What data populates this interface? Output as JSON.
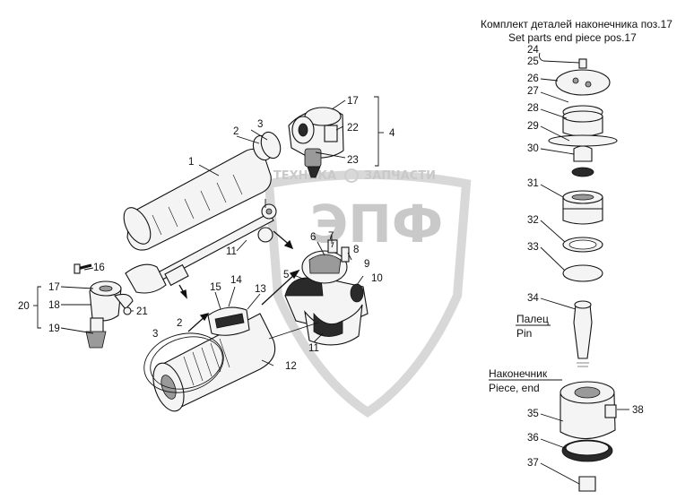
{
  "kit_title": {
    "ru": "Комплект деталей наконечника поз.17",
    "en": "Set parts end piece pos.17"
  },
  "pin_caption": {
    "ru": "Палец",
    "en": "Pin"
  },
  "piece_caption": {
    "ru": "Наконечник",
    "en": "Piece, end"
  },
  "watermark": {
    "top": "ТЕХНИКА",
    "top_right": "ЗАПЧАСТИ",
    "logo": "ЭПФ"
  },
  "callouts": {
    "n1": "1",
    "n2": "2",
    "n3": "3",
    "n4": "4",
    "n5": "5",
    "n6": "6",
    "n7": "7",
    "n8": "8",
    "n9": "9",
    "n10": "10",
    "n11a": "11",
    "n11b": "11",
    "n12": "12",
    "n13": "13",
    "n14": "14",
    "n15": "15",
    "n16": "16",
    "n17a": "17",
    "n17b": "17",
    "n18": "18",
    "n19": "19",
    "n20": "20",
    "n21": "21",
    "n22": "22",
    "n23": "23",
    "n2b": "2",
    "n3b": "3",
    "n24": "24",
    "n25": "25",
    "n26": "26",
    "n27": "27",
    "n28": "28",
    "n29": "29",
    "n30": "30",
    "n31": "31",
    "n32": "32",
    "n33": "33",
    "n34": "34",
    "n35": "35",
    "n36": "36",
    "n37": "37",
    "n38": "38"
  }
}
